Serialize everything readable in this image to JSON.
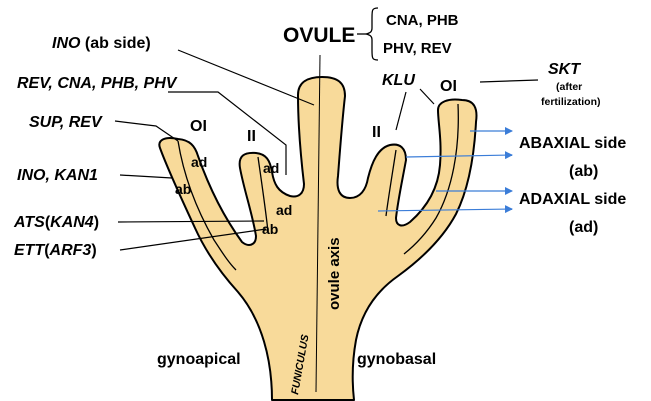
{
  "title": "OVULE",
  "gene_group": {
    "line1": "CNA, PHB",
    "line2": "PHV, REV"
  },
  "labels": {
    "ino_ab_italic": "INO",
    "ino_ab_rest": " (ab side)",
    "rev_cna_phb_phv": "REV, CNA, PHB, PHV",
    "sup_rev": "SUP, REV",
    "ino_kan1": "INO, KAN1",
    "ats_a": "ATS",
    "ats_b": "(",
    "ats_c": "KAN4",
    "ats_d": ")",
    "ett_a": "ETT",
    "ett_b": "(",
    "ett_c": "ARF3",
    "ett_d": ")",
    "klu": "KLU",
    "skt": "SKT",
    "skt_note_1": "(after",
    "skt_note_2": "fertilization)",
    "oi_left": "OI",
    "ii_left": "II",
    "ii_right": "II",
    "oi_right": "OI",
    "ad_1": "ad",
    "ab_1": "ab",
    "ad_2": "ad",
    "ad_3": "ad",
    "ab_2": "ab",
    "abaxial_side": "ABAXIAL side",
    "abaxial_abbr": "(ab)",
    "adaxial_side": "ADAXIAL side",
    "adaxial_abbr": "(ad)",
    "ovule_axis": "ovule axis",
    "funiculus": "FUNICULUS",
    "gynoapical": "gynoapical",
    "gynobasal": "gynobasal"
  },
  "colors": {
    "tissue_fill": "#F8DA9A",
    "outline": "#000000",
    "arrow": "#3B7DD8"
  }
}
